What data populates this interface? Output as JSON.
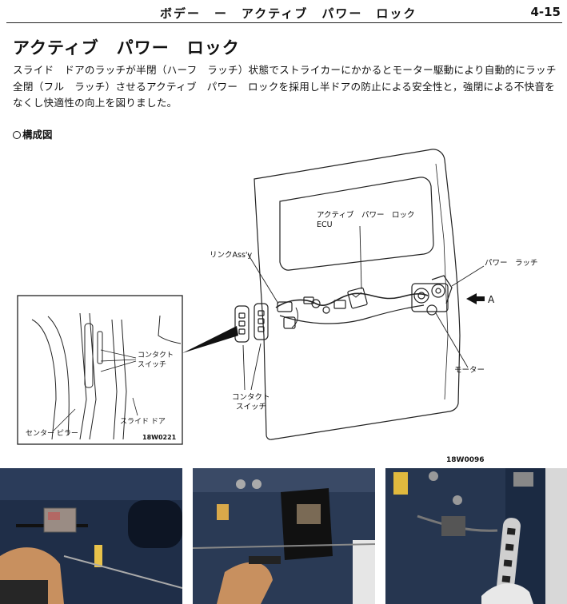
{
  "header": {
    "title": "ボデー　ー　アクティブ　パワー　ロック",
    "page": "4-15"
  },
  "title": "アクティブ　パワー　ロック",
  "body_lines": [
    "スライド　ドアのラッチが半閉（ハーフ　ラッチ）状態でストライカーにかかるとモーター駆動により自動的にラッチ",
    "全閉（フル　ラッチ）させるアクティブ　パワー　ロックを採用し半ドアの防止による安全性と，強閉による不快音を",
    "なくし快適性の向上を図りました。"
  ],
  "section_heading": "構成図",
  "diagram": {
    "labels": {
      "ecu_line1": "アクティブ　パワー　ロック",
      "ecu_line2": "ECU",
      "link_assy": "リンクAss'y",
      "power_latch": "パワー　ラッチ",
      "arrow_a": "A",
      "motor": "モーター",
      "contact_switch_line1": "コンタクト",
      "contact_switch_line2": "スイッチ",
      "code_main": "18W0096"
    },
    "inset": {
      "contact_switch_line1": "コンタクト",
      "contact_switch_line2": "スイッチ",
      "slide_door": "スライド ドア",
      "center_pillar": "センター ピラー",
      "code": "18W0221"
    }
  },
  "photos": [
    {
      "name": "photo-ecu-handheld"
    },
    {
      "name": "photo-door-inner-panel"
    },
    {
      "name": "photo-contact-switch"
    }
  ]
}
